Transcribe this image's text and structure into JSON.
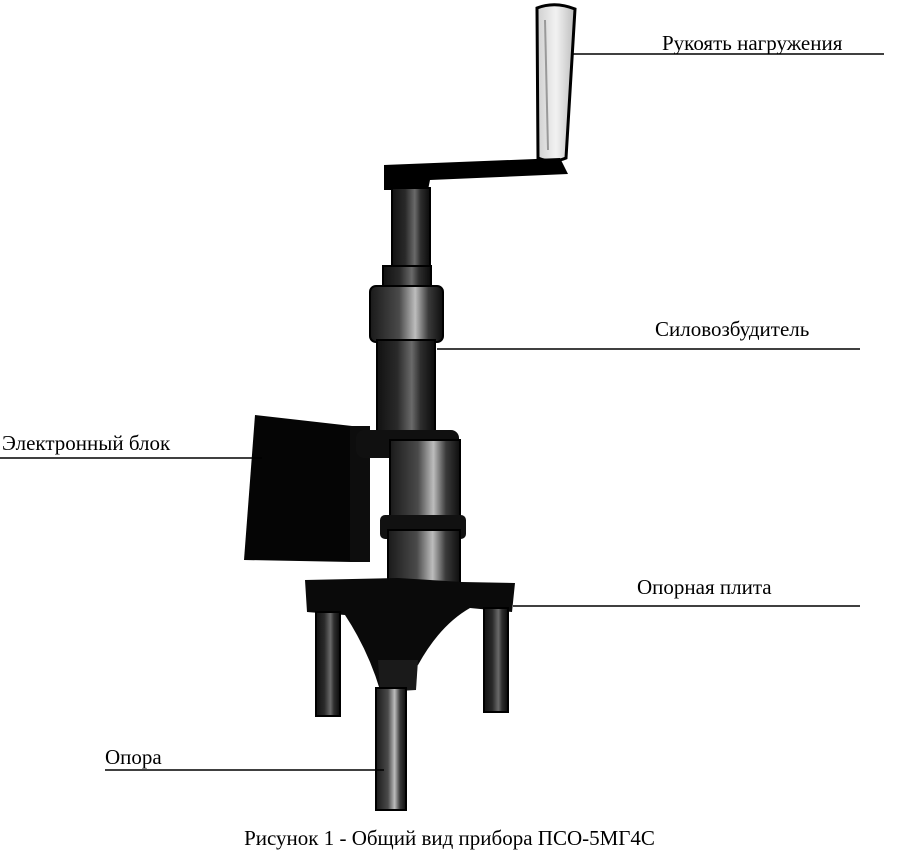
{
  "labels": {
    "handle": "Рукоять нагружения",
    "exciter": "Силовозбудитель",
    "electronics": "Электронный блок",
    "plate": "Опорная плита",
    "support": "Опора"
  },
  "caption": "Рисунок 1 - Общий вид прибора ПСО-5МГ4С"
}
